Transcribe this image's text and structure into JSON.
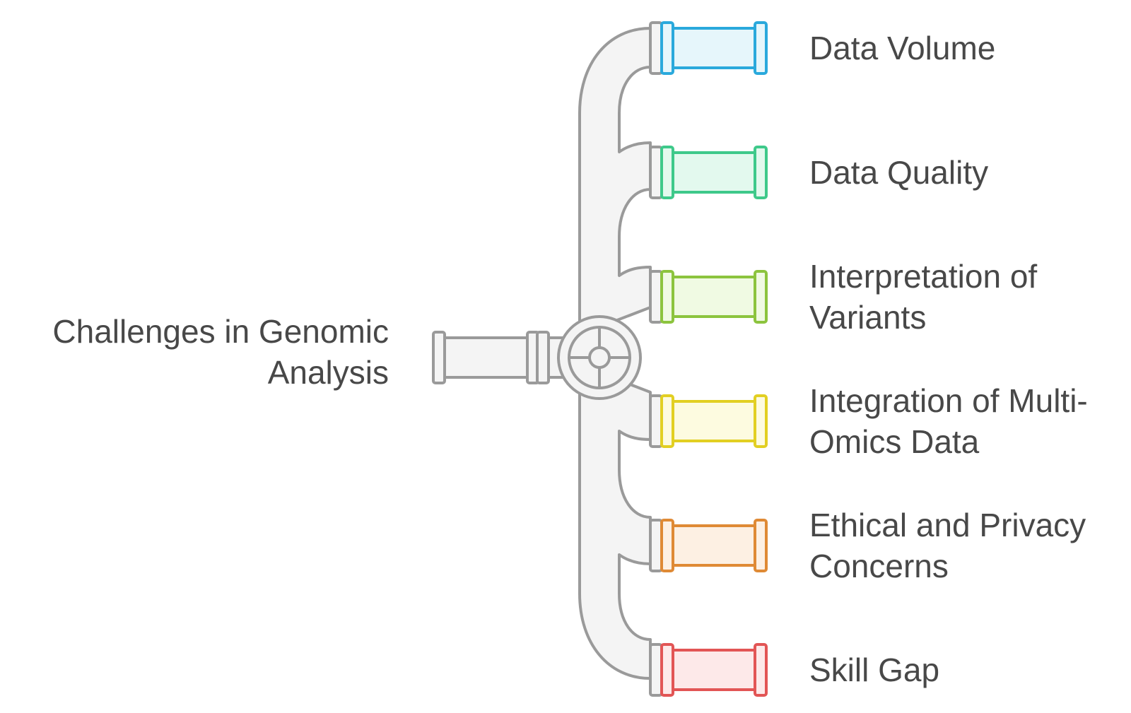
{
  "title": "Challenges in Genomic Analysis",
  "items": [
    {
      "label": "Data Volume",
      "color": "#2aa9dc",
      "fill": "#e6f6fb"
    },
    {
      "label": "Data Quality",
      "color": "#3ec98a",
      "fill": "#e3f9ee"
    },
    {
      "label": "Interpretation of\nVariants",
      "color": "#8cc43e",
      "fill": "#f0fae3"
    },
    {
      "label": "Integration of Multi-\nOmics Data",
      "color": "#e2cf22",
      "fill": "#fdfbe0"
    },
    {
      "label": "Ethical and Privacy\nConcerns",
      "color": "#df8a35",
      "fill": "#fdf0e3"
    },
    {
      "label": "Skill Gap",
      "color": "#e25555",
      "fill": "#fde9e9"
    }
  ],
  "colors": {
    "pipe_stroke": "#9a9a9a",
    "pipe_fill": "#f4f4f4",
    "text": "#484848"
  }
}
